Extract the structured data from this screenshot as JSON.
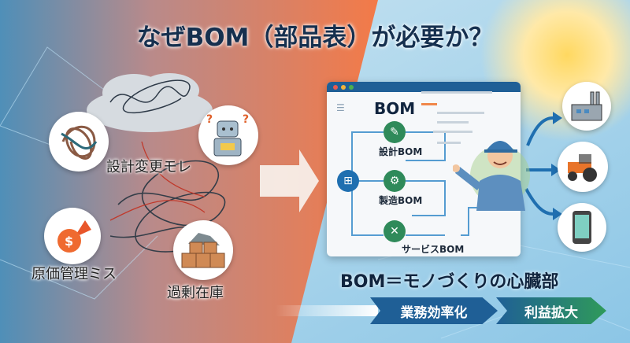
{
  "title": "なぜBOM（部品表）が必要か？",
  "problems": {
    "design_change": "設計変更モレ",
    "cost_error": "原価管理ミス",
    "excess_inventory": "過剰在庫"
  },
  "bom_window": {
    "title": "BOM",
    "nodes": [
      "設計BOM",
      "製造BOM",
      "サービスBOM"
    ]
  },
  "motto": "BOM＝モノづくりの心臓部",
  "flow": [
    "業務効率化",
    "利益拡大"
  ],
  "colors": {
    "navy": "#16304f",
    "orange": "#f07a45",
    "green": "#2f8a5a",
    "blue": "#1f5f96"
  }
}
